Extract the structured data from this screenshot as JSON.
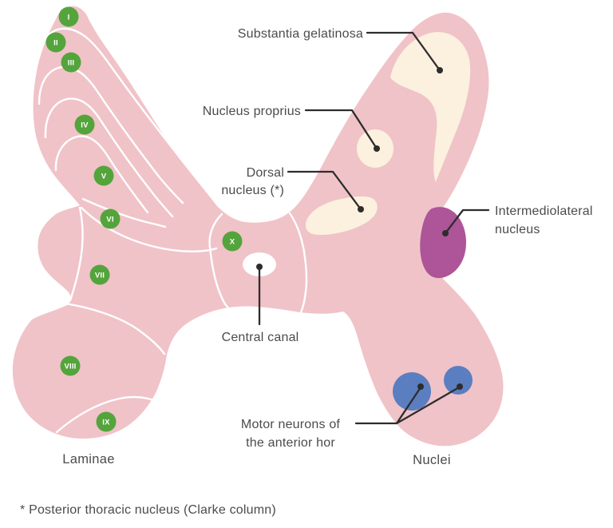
{
  "diagram": {
    "labels": {
      "substantia_gelatinosa": "Substantia gelatinosa",
      "nucleus_proprius": "Nucleus proprius",
      "dorsal_nucleus_line1": "Dorsal",
      "dorsal_nucleus_line2": "nucleus (*)",
      "intermediolateral_line1": "Intermediolateral",
      "intermediolateral_line2": "nucleus",
      "central_canal": "Central canal",
      "motor_neurons_line1": "Motor neurons of",
      "motor_neurons_line2": "the anterior hor",
      "left_group_caption": "Laminae",
      "right_group_caption": "Nuclei",
      "footnote": "* Posterior thoracic nucleus (Clarke column)"
    },
    "laminae": [
      {
        "numeral": "I"
      },
      {
        "numeral": "II"
      },
      {
        "numeral": "III"
      },
      {
        "numeral": "IV"
      },
      {
        "numeral": "V"
      },
      {
        "numeral": "VI"
      },
      {
        "numeral": "VII"
      },
      {
        "numeral": "VIII"
      },
      {
        "numeral": "IX"
      },
      {
        "numeral": "X"
      }
    ],
    "colors": {
      "background": "#ffffff",
      "gray_matter": "#f0c3c8",
      "boundary_line": "#ffffff",
      "nucleus_cream": "#fbf1de",
      "iml_purple": "#ad5598",
      "motor_blue": "#5b7ec0",
      "lamina_green": "#54a43c",
      "numeral_text": "#ffffff",
      "canal_white": "#ffffff",
      "label_text": "#4b4b4b",
      "connector": "#2d2d2d"
    }
  }
}
